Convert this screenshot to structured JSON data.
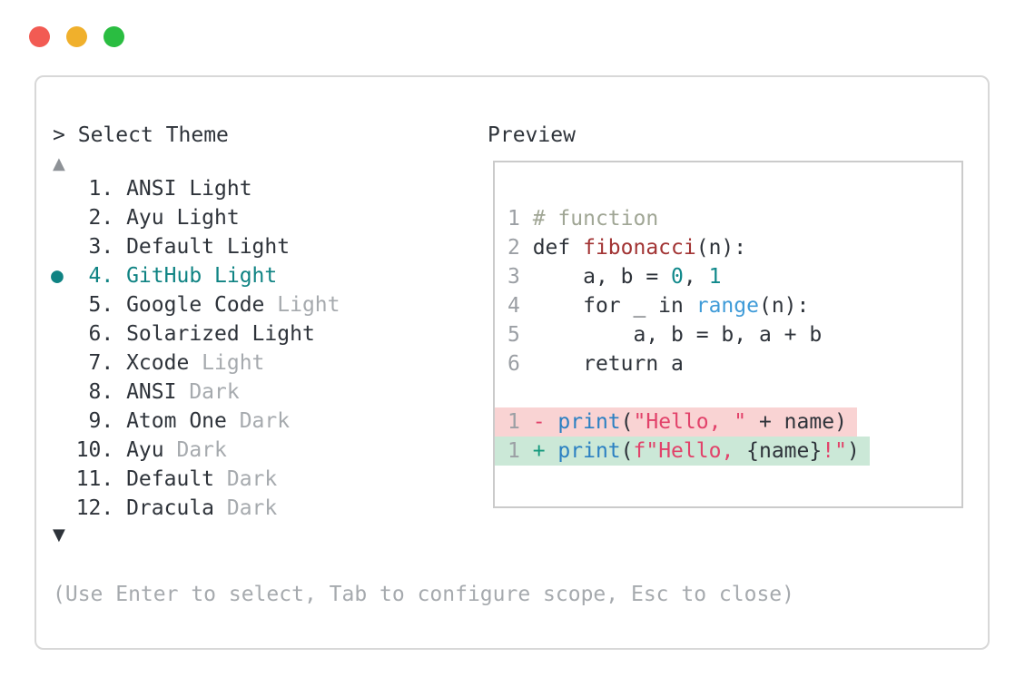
{
  "window_controls": {
    "close": "close",
    "minimize": "minimize",
    "zoom": "zoom"
  },
  "picker": {
    "prompt_symbol": ">",
    "title": "Select Theme",
    "scroll_up_symbol": "▲",
    "scroll_down_symbol": "▼",
    "selected_bullet": "●",
    "items": [
      {
        "num": "1",
        "main": "ANSI Light",
        "muted": "",
        "selected": false
      },
      {
        "num": "2",
        "main": "Ayu Light",
        "muted": "",
        "selected": false
      },
      {
        "num": "3",
        "main": "Default Light",
        "muted": "",
        "selected": false
      },
      {
        "num": "4",
        "main": "GitHub Light",
        "muted": "",
        "selected": true
      },
      {
        "num": "5",
        "main": "Google Code",
        "muted": "Light",
        "selected": false
      },
      {
        "num": "6",
        "main": "Solarized Light",
        "muted": "",
        "selected": false
      },
      {
        "num": "7",
        "main": "Xcode",
        "muted": "Light",
        "selected": false
      },
      {
        "num": "8",
        "main": "ANSI",
        "muted": "Dark",
        "selected": false
      },
      {
        "num": "9",
        "main": "Atom One",
        "muted": "Dark",
        "selected": false
      },
      {
        "num": "10",
        "main": "Ayu",
        "muted": "Dark",
        "selected": false
      },
      {
        "num": "11",
        "main": "Default",
        "muted": "Dark",
        "selected": false
      },
      {
        "num": "12",
        "main": "Dracula",
        "muted": "Dark",
        "selected": false
      }
    ]
  },
  "preview": {
    "label": "Preview",
    "lines": [
      {
        "num": "1",
        "diff": "",
        "segments": [
          {
            "t": "# function",
            "c": "comment"
          }
        ]
      },
      {
        "num": "2",
        "diff": "",
        "segments": [
          {
            "t": "def ",
            "c": "code"
          },
          {
            "t": "fibonacci",
            "c": "func"
          },
          {
            "t": "(n):",
            "c": "code"
          }
        ]
      },
      {
        "num": "3",
        "diff": "",
        "segments": [
          {
            "t": "    a, b = ",
            "c": "code"
          },
          {
            "t": "0",
            "c": "number"
          },
          {
            "t": ", ",
            "c": "code"
          },
          {
            "t": "1",
            "c": "number"
          }
        ]
      },
      {
        "num": "4",
        "diff": "",
        "segments": [
          {
            "t": "    for _ in ",
            "c": "code"
          },
          {
            "t": "range",
            "c": "builtin"
          },
          {
            "t": "(n):",
            "c": "code"
          }
        ]
      },
      {
        "num": "5",
        "diff": "",
        "segments": [
          {
            "t": "        a, b = b, a + b",
            "c": "code"
          }
        ]
      },
      {
        "num": "6",
        "diff": "",
        "segments": [
          {
            "t": "    return a",
            "c": "code"
          }
        ]
      },
      {
        "num": "",
        "diff": "",
        "segments": []
      },
      {
        "num": "1",
        "diff": "removed",
        "segments": [
          {
            "t": "- ",
            "c": "removed"
          },
          {
            "t": "print",
            "c": "print"
          },
          {
            "t": "(",
            "c": "code"
          },
          {
            "t": "\"Hello, \"",
            "c": "string"
          },
          {
            "t": " + name",
            "c": "code"
          },
          {
            "t": ")",
            "c": "code"
          }
        ]
      },
      {
        "num": "1",
        "diff": "added",
        "segments": [
          {
            "t": "+ ",
            "c": "added"
          },
          {
            "t": "print",
            "c": "print"
          },
          {
            "t": "(",
            "c": "code"
          },
          {
            "t": "f\"Hello, ",
            "c": "string"
          },
          {
            "t": "{name}",
            "c": "code"
          },
          {
            "t": "!\"",
            "c": "string"
          },
          {
            "t": ")",
            "c": "code"
          }
        ]
      }
    ]
  },
  "footer": {
    "help_text": "(Use Enter to select, Tab to configure scope, Esc to close)"
  },
  "colors": {
    "accent_teal": "#0f8383",
    "text_dark": "#2e333a",
    "text_muted": "#a6aaae",
    "window_border": "#d8d8d8",
    "preview_border": "#cbcbcb",
    "removed_bg": "#f9d3d3",
    "added_bg": "#cbe8d7",
    "traffic_red": "#f25b53",
    "traffic_yellow": "#f0b02c",
    "traffic_green": "#2abd41",
    "syntax": {
      "gutter": "#9b9fa4",
      "comment": "#a0a695",
      "code": "#2e333a",
      "func": "#a23434",
      "number": "#11898b",
      "builtin": "#3f9bd8",
      "print": "#2b80c2",
      "string": "#e2426a",
      "removed": "#e2426a",
      "added": "#15997d"
    }
  }
}
